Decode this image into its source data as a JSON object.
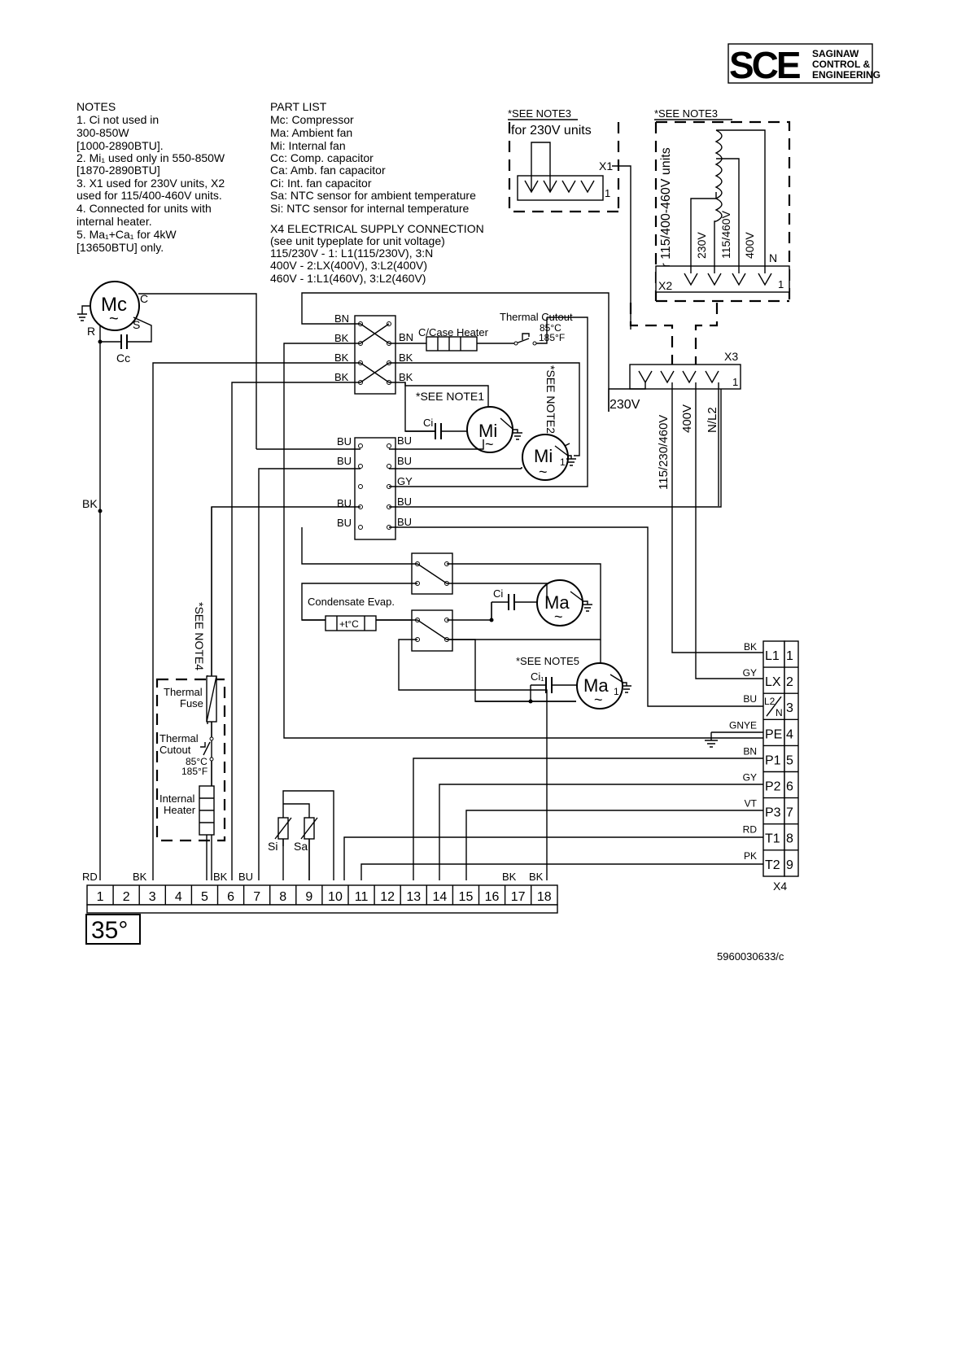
{
  "logo": {
    "text": "SCE",
    "line1": "SAGINAW",
    "line2": "CONTROL &",
    "line3": "ENGINEERING"
  },
  "notes": {
    "title": "NOTES",
    "lines": [
      "1. Ci not used in",
      "300-850W",
      "[1000-2890BTU].",
      "2. Mi₁ used only in 550-850W",
      "[1870-2890BTU]",
      "3. X1 used for 230V units, X2",
      "used for 115/400-460V units.",
      "4. Connected for units with",
      "internal heater.",
      "5. Ma₁+Ca₁ for 4kW",
      "[13650BTU] only."
    ]
  },
  "parts": {
    "title": "PART LIST",
    "lines": [
      "Mc: Compressor",
      "Ma: Ambient fan",
      "Mi: Internal fan",
      "Cc: Comp. capacitor",
      "Ca: Amb. fan capacitor",
      "Ci: Int. fan capacitor",
      "Sa: NTC sensor for ambient temperature",
      "Si: NTC sensor for internal temperature"
    ]
  },
  "supply": {
    "title": "X4 ELECTRICAL SUPPLY CONNECTION",
    "lines": [
      "(see unit typeplate for unit voltage)",
      "115/230V - 1: L1(115/230V), 3:N",
      "400V - 2:LX(400V), 3:L2(400V)",
      "460V - 1:L1(460V), 3:L2(460V)"
    ]
  },
  "x1": {
    "note": "*SEE NOTE3",
    "title": "for 230V units",
    "label": "X1",
    "pin": "1"
  },
  "x2": {
    "note": "*SEE NOTE3",
    "title": "for 115/400-460V units",
    "label": "X2",
    "pin": "1",
    "taps": [
      "230V",
      "115/460V",
      "400V",
      "N"
    ]
  },
  "x3": {
    "label": "X3",
    "pin": "1",
    "v230": "230V",
    "taps": [
      "115/230/460V",
      "400V",
      "N/L2"
    ]
  },
  "compressor": {
    "label": "Mc",
    "tilde": "~",
    "c": "C",
    "r": "R",
    "s": "S",
    "cap": "Cc"
  },
  "relay1": {
    "left": [
      "BN",
      "BK",
      "BK",
      "BK"
    ],
    "right": [
      "BN",
      "BK",
      "BK"
    ]
  },
  "relay2": {
    "left": [
      "BU",
      "BU",
      "BU",
      "BU"
    ],
    "right": [
      "BU",
      "BU",
      "GY",
      "BU",
      "BU"
    ]
  },
  "heater": {
    "label": "C/Case Heater"
  },
  "cutout": {
    "label": "Thermal Cutout",
    "t1": "85°C",
    "t2": "185°F"
  },
  "notes_ref": {
    "n1": "*SEE NOTE1",
    "n2": "*SEE NOTE2",
    "n4": "*SEE NOTE4",
    "n5": "*SEE NOTE5"
  },
  "mi": {
    "label": "Mi",
    "cap": "Ci"
  },
  "mi1": {
    "label": "Mi",
    "sub": "1"
  },
  "ma": {
    "label": "Ma",
    "cap": "Ci"
  },
  "ma1": {
    "label": "Ma",
    "sub": "1",
    "cap": "Ci₁"
  },
  "tilde": "~",
  "condensate": {
    "label": "Condensate Evap.",
    "sensor": "+t°C"
  },
  "note4_box": {
    "fuse1": "Thermal",
    "fuse2": "Fuse",
    "cut1": "Thermal",
    "cut2": "Cutout",
    "t1": "85°C",
    "t2": "185°F",
    "heat1": "Internal",
    "heat2": "Heater"
  },
  "sensors": {
    "si": "Si",
    "sa": "Sa"
  },
  "bk_left": "BK",
  "x4": {
    "label": "X4",
    "wires": [
      "BK",
      "GY",
      "BU",
      "GNYE",
      "BN",
      "GY",
      "VT",
      "RD",
      "PK"
    ],
    "names": [
      "L1",
      "LX",
      "L2/N",
      "PE",
      "P1",
      "P2",
      "P3",
      "T1",
      "T2"
    ],
    "nums": [
      "1",
      "2",
      "3",
      "4",
      "5",
      "6",
      "7",
      "8",
      "9"
    ],
    "l2a": "L2",
    "l2b": "N"
  },
  "terminal": {
    "nums": [
      "1",
      "2",
      "3",
      "4",
      "5",
      "6",
      "7",
      "8",
      "9",
      "10",
      "11",
      "12",
      "13",
      "14",
      "15",
      "16",
      "17",
      "18"
    ],
    "wires": [
      "RD",
      "BK",
      "BK",
      "BU",
      "BK",
      "BK"
    ]
  },
  "setpoint": "35°",
  "doc_number": "5960030633/c"
}
